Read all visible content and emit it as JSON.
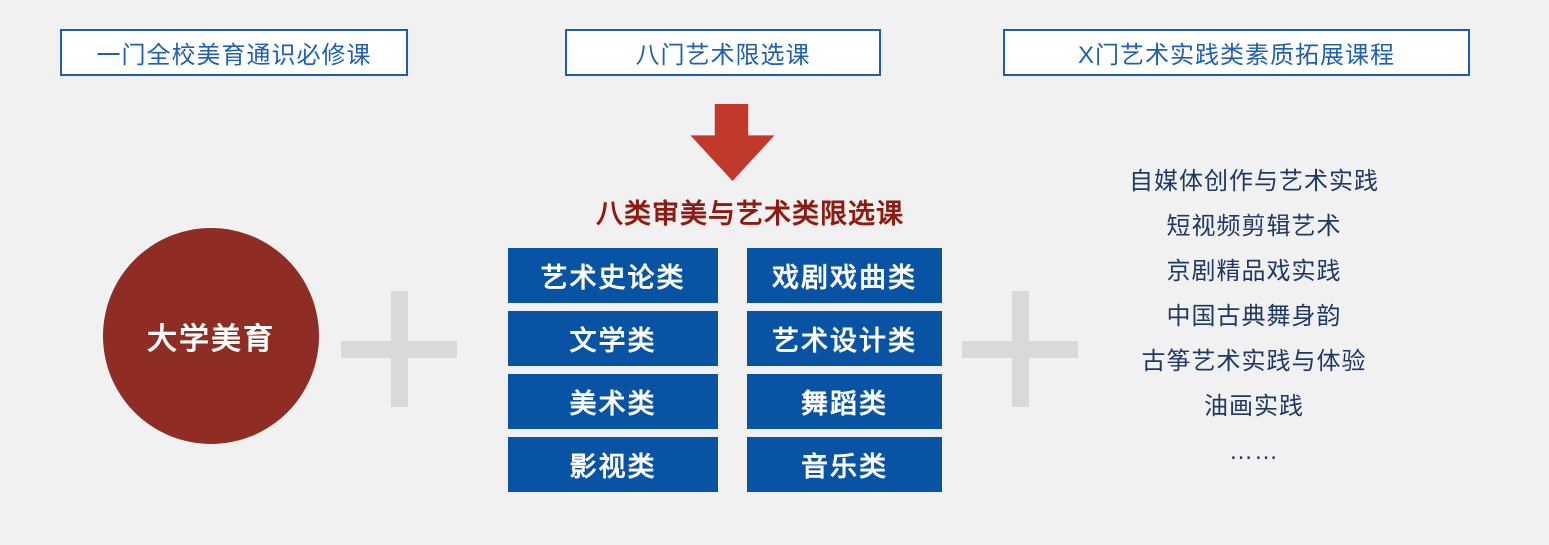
{
  "page": {
    "background_color": "#f1f1f2"
  },
  "headers": {
    "required_course": "一门全校美育通识必修课",
    "elective_course": "八门艺术限选课",
    "practice_course": "X门艺术实践类素质拓展课程"
  },
  "core": {
    "label": "大学美育",
    "color": "#8f2d24"
  },
  "electives": {
    "title": "八类审美与艺术类限选课",
    "title_color": "#8e1b11",
    "box_color": "#0853a4",
    "items": [
      "艺术史论类",
      "戏剧戏曲类",
      "文学类",
      "艺术设计类",
      "美术类",
      "舞蹈类",
      "影视类",
      "音乐类"
    ]
  },
  "practice": {
    "items": [
      "自媒体创作与艺术实践",
      "短视频剪辑艺术",
      "京剧精品戏实践",
      "中国古典舞身韵",
      "古筝艺术实践与体验",
      "油画实践",
      "……"
    ],
    "text_color": "#1f3864"
  },
  "icons": {
    "down_arrow_color": "#c0392b",
    "plus_color": "#d9d9d9"
  }
}
